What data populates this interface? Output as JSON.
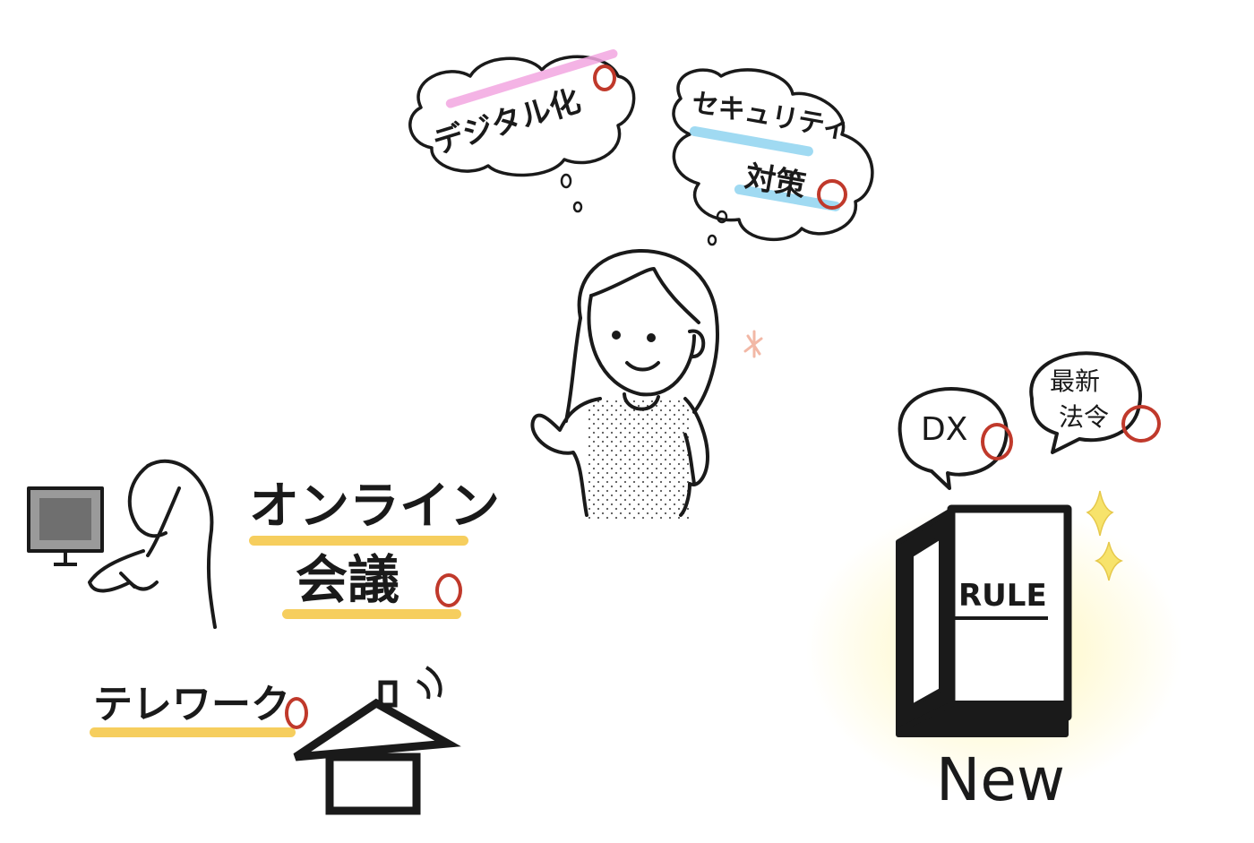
{
  "thought_bubbles": {
    "digital": {
      "label": "デジタル化"
    },
    "security": {
      "line1": "セキュリティ",
      "line2": "対策"
    }
  },
  "online_meeting": {
    "line1": "オンライン",
    "line2": "会議"
  },
  "telework": {
    "label": "テレワーク"
  },
  "speech_bubbles": {
    "dx": {
      "label": "DX"
    },
    "law": {
      "line1": "最新",
      "line2": "法令"
    }
  },
  "rulebook": {
    "cover_label": "RULE",
    "caption": "New"
  },
  "check_mark_shape": "circle",
  "colors": {
    "ink": "#1a1a1a",
    "pink_highlight": "#f2a6e0",
    "blue_highlight": "#8fd3f0",
    "yellow_highlight": "#f5c542",
    "check_mark": "#c0392b",
    "sparkle": "#f7e36b"
  },
  "icons": [
    "thought-bubble-icon",
    "speech-bubble-icon",
    "woman-icon",
    "computer-monitor-icon",
    "house-icon",
    "book-icon",
    "sparkle-icon"
  ]
}
